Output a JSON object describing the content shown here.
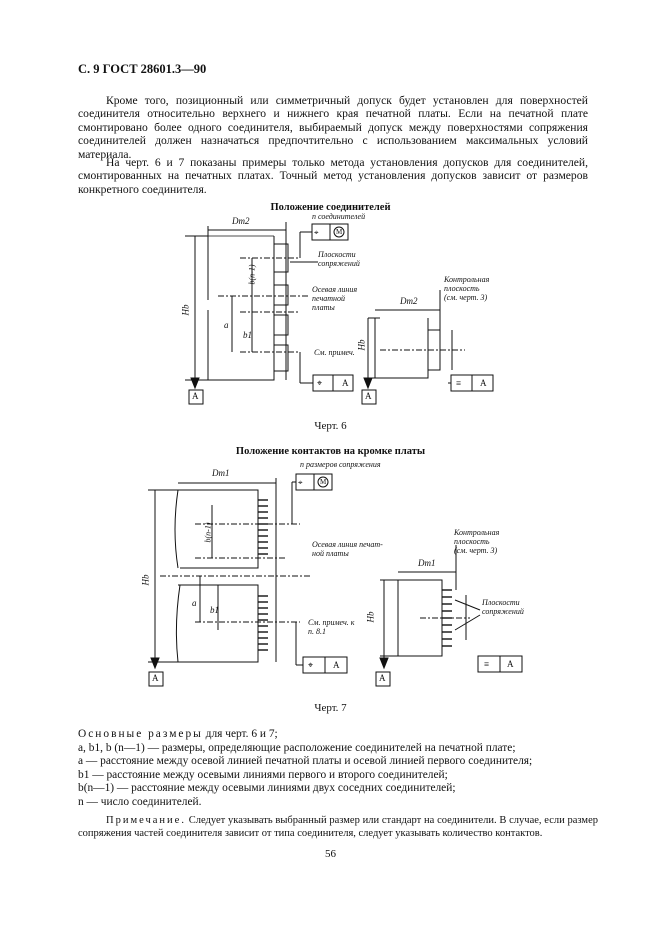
{
  "header": "С. 9 ГОСТ 28601.3—90",
  "paragraphs": [
    "Кроме того, позиционный или симметричный допуск будет установлен для поверхностей соединителя относительно верхнего и нижнего края печатной платы. Если на печатной плате смонтировано более одного соединителя, выбираемый допуск между поверхностями сопряжения соединителей должен назначаться предпочтительно с использованием максимальных условий материала.",
    "На черт. 6 и 7 показаны примеры только метода установления допусков для соединителей, смонтированных на печатных платах. Точный метод установления допусков зависит от размеров конкретного соединителя."
  ],
  "fig6": {
    "title": "Положение соединителей",
    "caption": "Черт. 6",
    "labels": {
      "dt2": "Dт2",
      "n_conn": "n соединителей",
      "mating": [
        "Плоскости",
        "сопряжений"
      ],
      "axis": [
        "Осевая линия",
        "печатной",
        "платы"
      ],
      "see_note": "См. примеч.",
      "b_n1": "b(n-1)",
      "a": "a",
      "b1": "b1",
      "hb": "Hb",
      "datum": "A",
      "control": [
        "Контрольная",
        "плоскость",
        "(см. черт. 3)"
      ],
      "dt2_right": "Dт2"
    }
  },
  "fig7": {
    "title": "Положение контактов на кромке платы",
    "caption": "Черт. 7",
    "labels": {
      "dt1": "Dт1",
      "n_sizes": "n размеров сопряжения",
      "axis": [
        "Осевая линия печат-",
        "ной платы"
      ],
      "see_note": [
        "См. примеч. к",
        "п. 8.1"
      ],
      "b_n1": "b(n-1)",
      "a": "a",
      "b1": "b1",
      "hb": "Hb",
      "datum": "A",
      "control": [
        "Контрольная",
        "плоскость",
        "(см. черт. 3)"
      ],
      "mating": [
        "Плоскости",
        "сопряжений"
      ],
      "dt1_right": "Dт1"
    }
  },
  "symbols": {
    "position": "⌖",
    "mmc": "M",
    "symmetry": "≡"
  },
  "legend": {
    "heading": "Основные размеры",
    "heading_tail": " для черт. 6 и 7;",
    "items": [
      "a, b1, b (n—1) — размеры, определяющие расположение соединителей на печатной плате;",
      "a — расстояние между осевой линией печатной платы и осевой линией первого соединителя;",
      "b1 — расстояние между осевыми линиями первого и второго соединителей;",
      "b(n—1) — расстояние между осевыми линиями двух соседних соединителей;",
      "n — число соединителей."
    ]
  },
  "note": {
    "label": "Примечание.",
    "text": " Следует указывать выбранный размер или стандарт на соединители. В случае, если размер сопряжения частей соединителя зависит от типа соединителя, следует указывать количество контактов."
  },
  "page_number": "56"
}
